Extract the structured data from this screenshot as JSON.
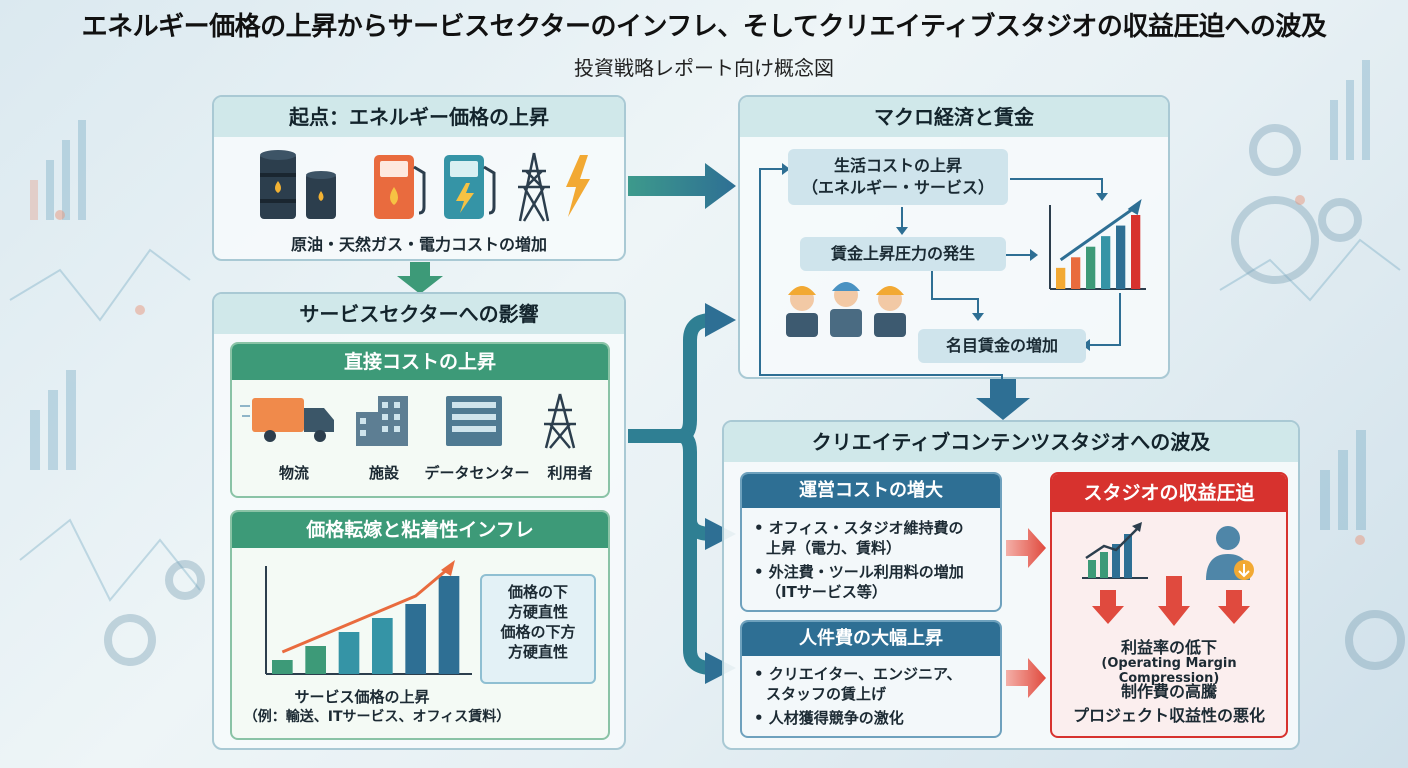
{
  "header": {
    "title": "エネルギー価格の上昇からサービスセクターのインフレ、そしてクリエイティブスタジオの収益圧迫への波及",
    "subtitle": "投資戦略レポート向け概念図"
  },
  "origin": {
    "title": "起点：エネルギー価格の上昇",
    "caption": "原油・天然ガス・電力コストの増加"
  },
  "service": {
    "title": "サービスセクターへの影響",
    "direct": {
      "title": "直接コストの上昇",
      "items": [
        "物流",
        "施設",
        "データセンター",
        "利用者"
      ]
    },
    "pass": {
      "title": "価格転嫁と粘着性インフレ",
      "callout": [
        "価格の下",
        "方硬直性",
        "価格の下方",
        "方硬直性"
      ],
      "caption1": "サービス価格の上昇",
      "caption2": "（例：輸送、ITサービス、オフィス賃料）"
    }
  },
  "macro": {
    "title": "マクロ経済と賃金",
    "box1_line1": "生活コストの上昇",
    "box1_line2": "（エネルギー・サービス）",
    "box2": "賃金上昇圧力の発生",
    "box3": "名目賃金の増加"
  },
  "studio": {
    "title": "クリエイティブコンテンツスタジオへの波及",
    "opex": {
      "title": "運営コストの増大",
      "bullets": [
        "• オフィス・スタジオ維持費の",
        "上昇（電力、賃料）",
        "• 外注費・ツール利用料の増加",
        "（ITサービス等）"
      ]
    },
    "labor": {
      "title": "人件費の大幅上昇",
      "bullets": [
        "• クリエイター、エンジニア、",
        "スタッフの賃上げ",
        "• 人材獲得競争の激化"
      ]
    },
    "margin": {
      "title": "スタジオの収益圧迫",
      "lines": [
        "利益率の低下",
        "(Operating Margin Compression)",
        "制作費の高騰",
        "プロジェクト収益性の悪化"
      ]
    }
  },
  "colors": {
    "teal": "#3d9a78",
    "blue": "#2e6f94",
    "red": "#d7322e",
    "arrow": "#2f7f93"
  },
  "chart_data": [
    {
      "type": "bar",
      "categories": [
        "1",
        "2",
        "3",
        "4",
        "5",
        "6"
      ],
      "values": [
        1,
        2,
        3,
        4,
        5,
        7
      ]
    },
    {
      "type": "bar",
      "categories": [
        "1",
        "2",
        "3",
        "4",
        "5",
        "6"
      ],
      "values": [
        2,
        3,
        4,
        5,
        6,
        7
      ]
    }
  ]
}
